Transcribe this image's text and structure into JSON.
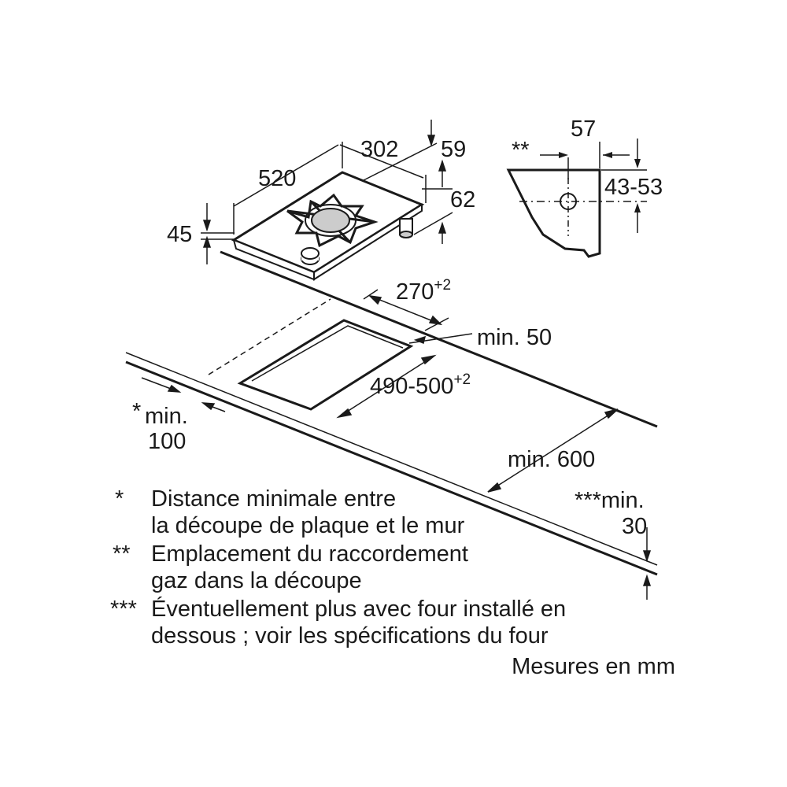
{
  "dimensions": {
    "hob_depth": "520",
    "hob_width": "302",
    "controls_offset": "59",
    "hob_height_total": "62",
    "hob_thickness": "45",
    "gas_connection_width": "57",
    "gas_connection_height": "43-53",
    "cutout_width": "270",
    "cutout_width_tolerance": "+2",
    "cutout_depth": "490-500",
    "cutout_depth_tolerance": "+2",
    "min_back_distance": "min. 50",
    "min_side_star": "*",
    "min_side_label": "min.",
    "min_side_value": "100",
    "min_counter_depth": "min. 600",
    "min_below_label": "***min.",
    "min_below_value": "30"
  },
  "marks": {
    "double_star": "**"
  },
  "notes": [
    {
      "symbol": "*",
      "line1": "Distance minimale entre",
      "line2": "la découpe de plaque et le mur"
    },
    {
      "symbol": "**",
      "line1": "Emplacement du raccordement",
      "line2": "gaz dans la découpe"
    },
    {
      "symbol": "***",
      "line1": "Éventuellement plus avec four installé en",
      "line2": "dessous ; voir les spécifications du four"
    }
  ],
  "units_note": "Mesures en mm"
}
